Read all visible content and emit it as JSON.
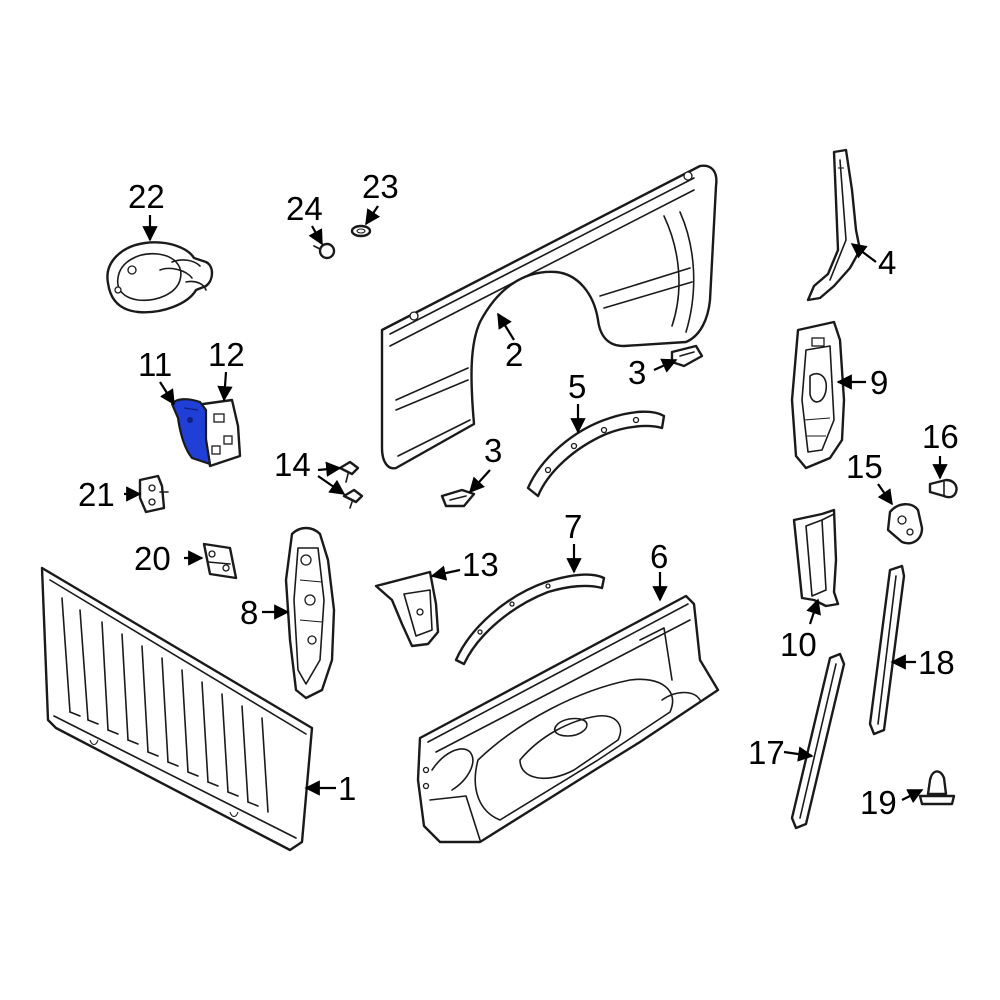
{
  "callouts": [
    {
      "id": "1",
      "label": "1"
    },
    {
      "id": "2",
      "label": "2"
    },
    {
      "id": "3a",
      "label": "3"
    },
    {
      "id": "3b",
      "label": "3"
    },
    {
      "id": "4",
      "label": "4"
    },
    {
      "id": "5",
      "label": "5"
    },
    {
      "id": "6",
      "label": "6"
    },
    {
      "id": "7",
      "label": "7"
    },
    {
      "id": "8",
      "label": "8"
    },
    {
      "id": "9",
      "label": "9"
    },
    {
      "id": "10",
      "label": "10"
    },
    {
      "id": "11",
      "label": "11"
    },
    {
      "id": "12",
      "label": "12"
    },
    {
      "id": "13",
      "label": "13"
    },
    {
      "id": "14",
      "label": "14"
    },
    {
      "id": "15",
      "label": "15"
    },
    {
      "id": "16",
      "label": "16"
    },
    {
      "id": "17",
      "label": "17"
    },
    {
      "id": "18",
      "label": "18"
    },
    {
      "id": "19",
      "label": "19"
    },
    {
      "id": "20",
      "label": "20"
    },
    {
      "id": "21",
      "label": "21"
    },
    {
      "id": "22",
      "label": "22"
    },
    {
      "id": "23",
      "label": "23"
    },
    {
      "id": "24",
      "label": "24"
    }
  ],
  "highlighted_part": "11",
  "colors": {
    "highlight": "#1f3fd6",
    "line": "#1a1a1a",
    "background": "#ffffff"
  }
}
